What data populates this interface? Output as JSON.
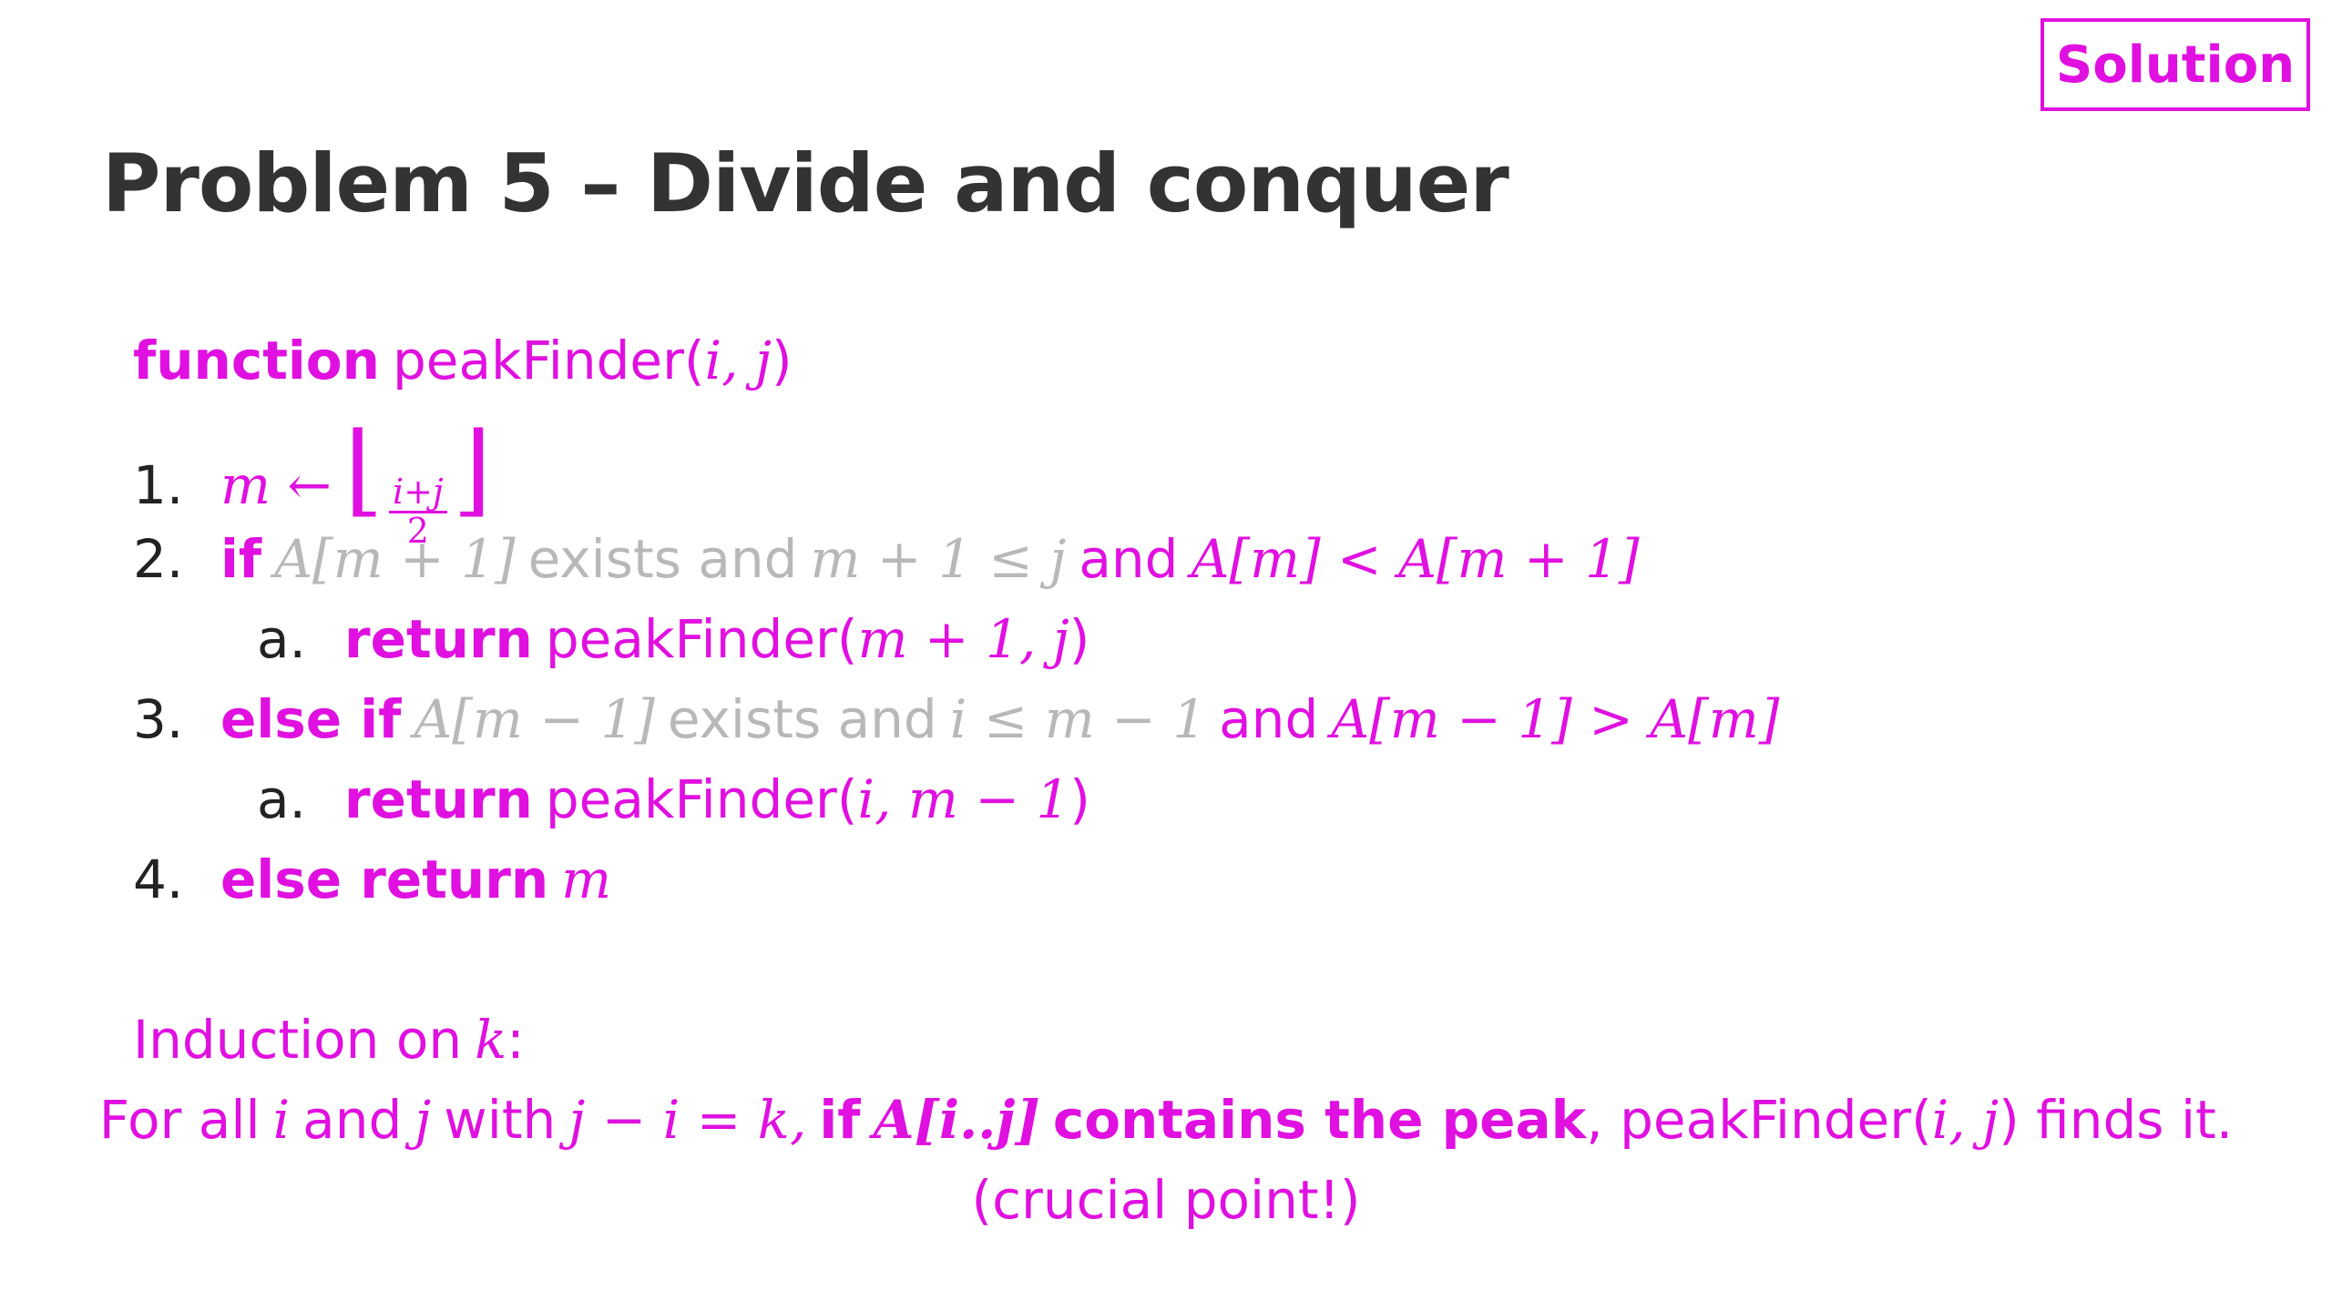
{
  "badge": "Solution",
  "title": "Problem 5 – Divide and conquer",
  "func": {
    "kw": "function",
    "name": "peakFinder(",
    "args": "i, j",
    "close": ")"
  },
  "steps": [
    {
      "num": "1.",
      "lhs": "m ←",
      "lfloor": "⌊",
      "numer": "i+j",
      "denom": "2",
      "rfloor": "⌋"
    },
    {
      "num": "2.",
      "kw": "if",
      "g1": "A[m + 1]",
      "g2": "exists and",
      "g3": "m + 1 ≤ j",
      "t": "and",
      "cond": "A[m] < A[m + 1]"
    },
    {
      "num": "a.",
      "kw": "return",
      "call": "peakFinder(",
      "args": "m + 1, j",
      "close": ")"
    },
    {
      "num": "3.",
      "kw": "else if",
      "g1": "A[m − 1]",
      "g2": "exists and",
      "g3": "i ≤ m − 1",
      "t": "and",
      "cond": "A[m − 1] > A[m]"
    },
    {
      "num": "a.",
      "kw": "return",
      "call": "peakFinder(",
      "args": "i, m − 1",
      "close": ")"
    },
    {
      "num": "4.",
      "kw": "else return",
      "var": "m"
    }
  ],
  "induction": {
    "prefix": "Induction on",
    "var": "k",
    "suffix": ":"
  },
  "claim": {
    "p1": "For all",
    "i": "i",
    "p2": "and",
    "j": "j",
    "p3": "with",
    "eq": "j − i = k,",
    "kw_if": "if",
    "arr": "A[i..j]",
    "kw_rest": "contains the peak",
    "p4": ", peakFinder(",
    "args": "i, j",
    "p5": ") finds it."
  },
  "note": "(crucial point!)"
}
